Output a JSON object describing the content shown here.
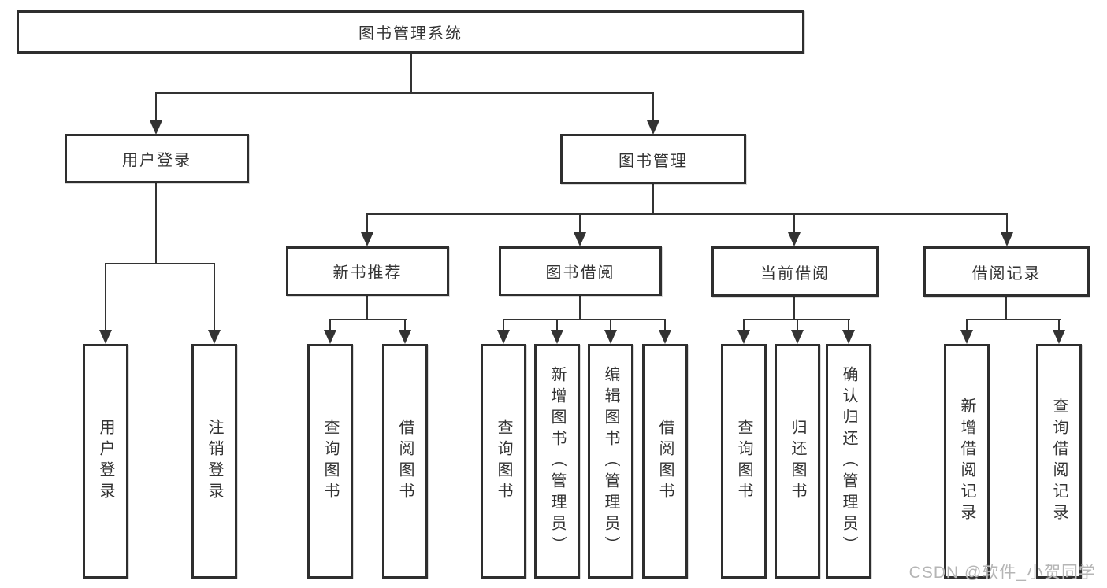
{
  "tree": {
    "label": "图书管理系统",
    "children": [
      {
        "label": "用户登录",
        "children": [
          {
            "label": "用户登录"
          },
          {
            "label": "注销登录"
          }
        ]
      },
      {
        "label": "图书管理",
        "children": [
          {
            "label": "新书推荐",
            "children": [
              {
                "label": "查询图书"
              },
              {
                "label": "借阅图书"
              }
            ]
          },
          {
            "label": "图书借阅",
            "children": [
              {
                "label": "查询图书"
              },
              {
                "label": "新增图书（管理员）"
              },
              {
                "label": "编辑图书（管理员）"
              },
              {
                "label": "借阅图书"
              }
            ]
          },
          {
            "label": "当前借阅",
            "children": [
              {
                "label": "查询图书"
              },
              {
                "label": "归还图书"
              },
              {
                "label": "确认归还（管理员）"
              }
            ]
          },
          {
            "label": "借阅记录",
            "children": [
              {
                "label": "新增借阅记录"
              },
              {
                "label": "查询借阅记录"
              }
            ]
          }
        ]
      }
    ]
  },
  "watermark": {
    "text": "CSDN @软件_小贺同学"
  },
  "colors": {
    "line": "#333333",
    "border": "#2e2e2e",
    "text": "#333333",
    "watermark": "#b5b5b5",
    "background": "#ffffff"
  }
}
